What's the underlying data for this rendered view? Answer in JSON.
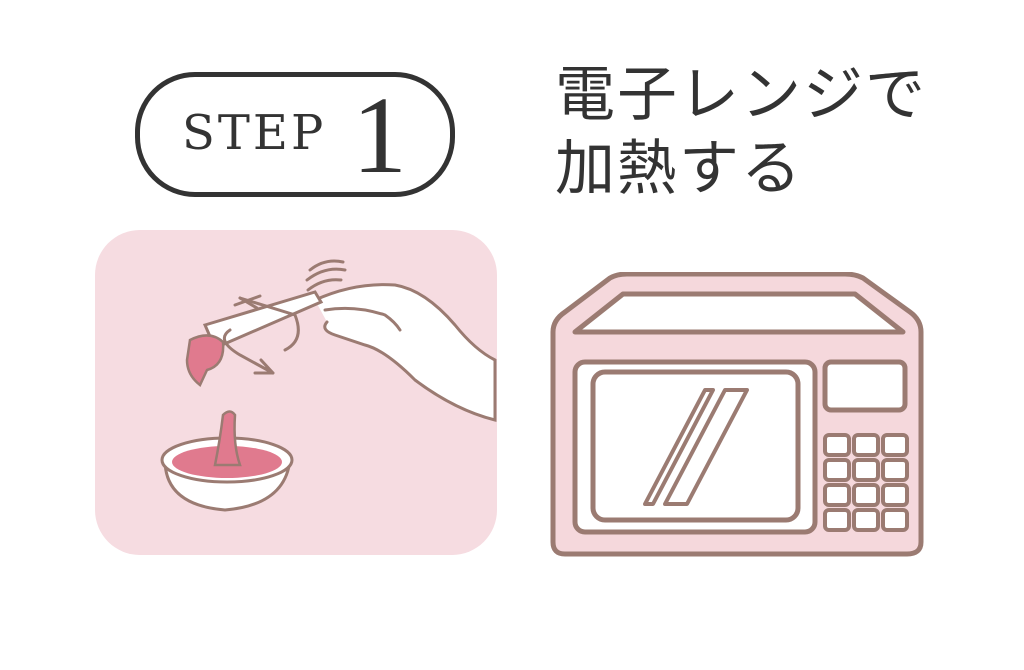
{
  "step": {
    "word": "STEP",
    "number": "1"
  },
  "title": {
    "line1": "電子レンジで",
    "line2": "加熱する"
  },
  "colors": {
    "panel_bg": "#f6dce1",
    "stroke": "#9b7b72",
    "gel": "#e07a8e",
    "microwave_fill": "#f5d8dc",
    "text": "#333333"
  }
}
